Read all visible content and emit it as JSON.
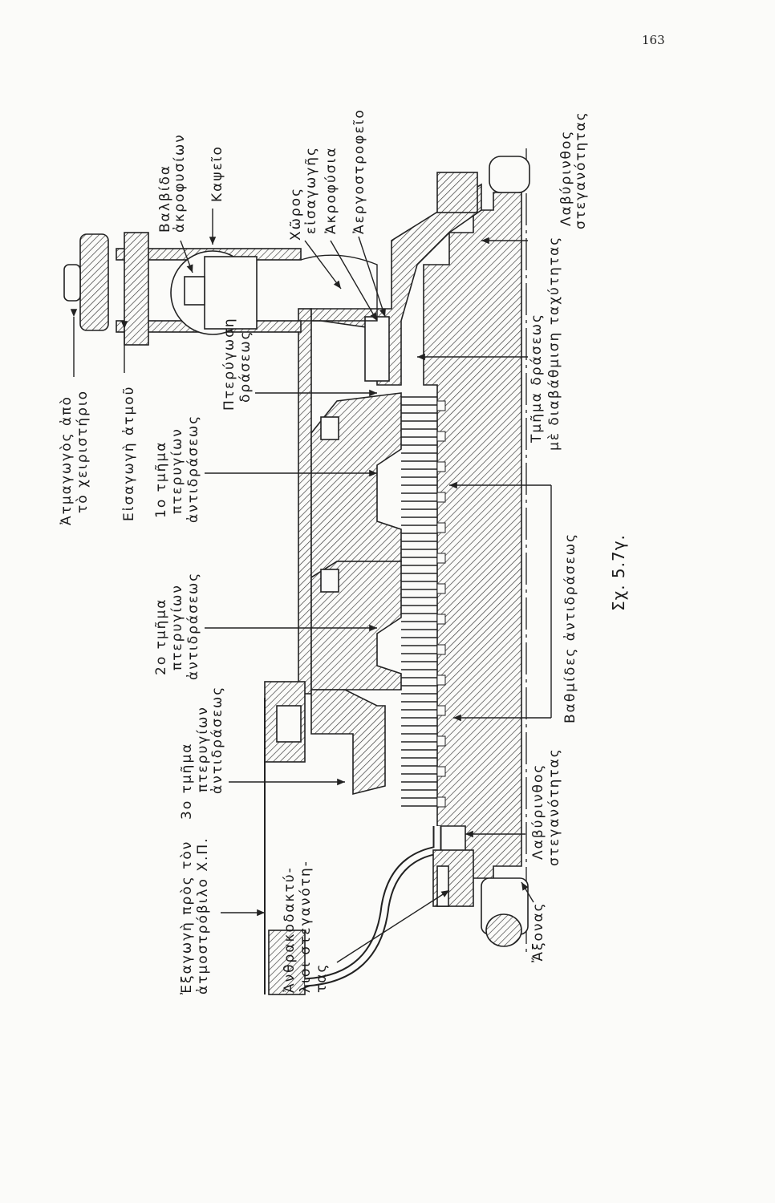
{
  "page_number": "163",
  "caption": "Σχ. 5.7γ.",
  "labels": {
    "steam_pipe": [
      "Ἀτμαγωγὸς ἀπὸ",
      "τὸ χειριστήριο"
    ],
    "steam_inlet": [
      "Εἰσαγωγὴ ἀτμοῦ"
    ],
    "nozzle_valve": [
      "Βαλβίδα",
      "ἀκροφυσίων"
    ],
    "valve_chest": [
      "Καψεῖο"
    ],
    "inlet_space": [
      "Χῶρος",
      "εἰσαγωγῆς"
    ],
    "nozzles": [
      "Ἀκροφύσια"
    ],
    "idle_wheel": [
      "Ἀεργοστροφεῖο"
    ],
    "labyrinth_top": [
      "Λαβύρινθος",
      "στεγανότητας"
    ],
    "impulse_blading": [
      "Πτερύγωση",
      "δράσεως"
    ],
    "stage1": [
      "1ο τμῆμα",
      "πτερυγίων",
      "ἀντιδράσεως"
    ],
    "impulse_section": [
      "Τμῆμα δράσεως",
      "μὲ διαβάθμιση ταχύτητας"
    ],
    "reaction_stages": [
      "Βαθμίδες ἀντιδράσεως"
    ],
    "stage2": [
      "2ο τμῆμα",
      "πτερυγίων",
      "ἀντιδράσεως"
    ],
    "stage3": [
      "3ο τμῆμα",
      "πτερυγίων",
      "ἀντιδράσεως"
    ],
    "exhaust": [
      "Ἐξαγωγὴ πρὸς τὸν",
      "ἀτμοστρόβιλο Χ.Π."
    ],
    "carbon_rings": [
      "Ἀνθρακοδακτύ-",
      "λιοι στεγανότη-",
      "τας"
    ],
    "labyrinth_bottom": [
      "Λαβύρινθος",
      "στεγανότητας"
    ],
    "shaft": [
      "Ἄξονας"
    ]
  }
}
